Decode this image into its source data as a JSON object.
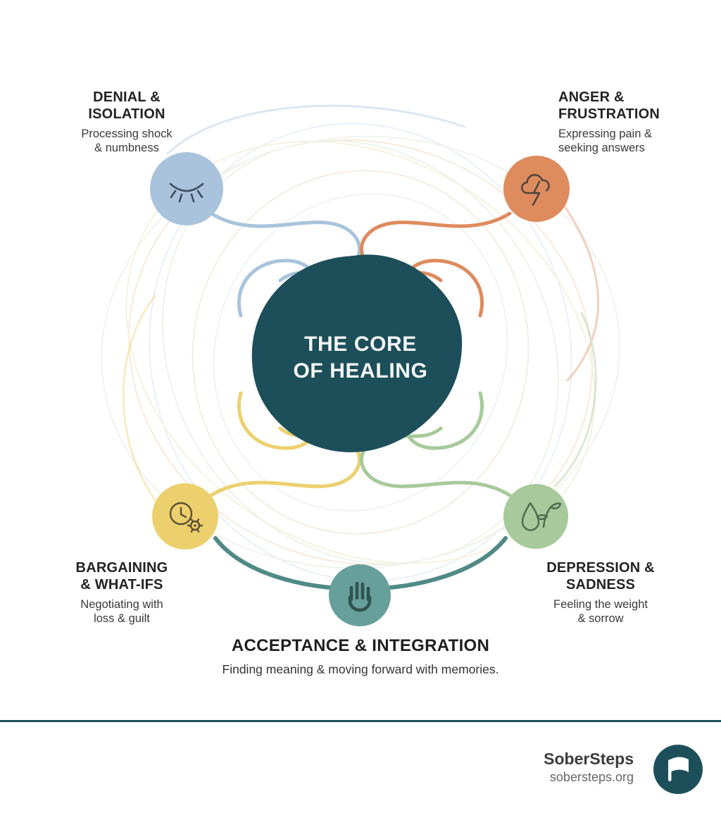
{
  "center": {
    "title_line1": "THE CORE",
    "title_line2": "OF HEALING",
    "color": "#1d4f5a"
  },
  "stages": [
    {
      "name": "denial",
      "title_line1": "DENIAL &",
      "title_line2": "ISOLATION",
      "desc_line1": "Processing shock",
      "desc_line2": "& numbness",
      "color": "#a9c3dc",
      "icon": "closed-eye-icon"
    },
    {
      "name": "anger",
      "title_line1": "ANGER &",
      "title_line2": "FRUSTRATION",
      "desc_line1": "Expressing pain &",
      "desc_line2": "seeking answers",
      "color": "#de8b5e",
      "icon": "storm-cloud-icon"
    },
    {
      "name": "bargaining",
      "title_line1": "BARGAINING",
      "title_line2": "& WHAT-IFS",
      "desc_line1": "Negotiating with",
      "desc_line2": "loss & guilt",
      "color": "#ecd06e",
      "icon": "clock-gear-icon"
    },
    {
      "name": "depression",
      "title_line1": "DEPRESSION &",
      "title_line2": "SADNESS",
      "desc_line1": "Feeling the weight",
      "desc_line2": "& sorrow",
      "color": "#a7c99b",
      "icon": "droplet-leaf-icon"
    }
  ],
  "acceptance": {
    "title": "ACCEPTANCE & INTEGRATION",
    "desc": "Finding meaning & moving forward with memories.",
    "color": "#67a09b",
    "arc_color": "#4f8a86",
    "icon": "hand-icon"
  },
  "footer": {
    "brand": "SoberSteps",
    "url": "sobersteps.org",
    "divider_color": "#1d4f5a",
    "logo_color": "#1d4f5a"
  }
}
